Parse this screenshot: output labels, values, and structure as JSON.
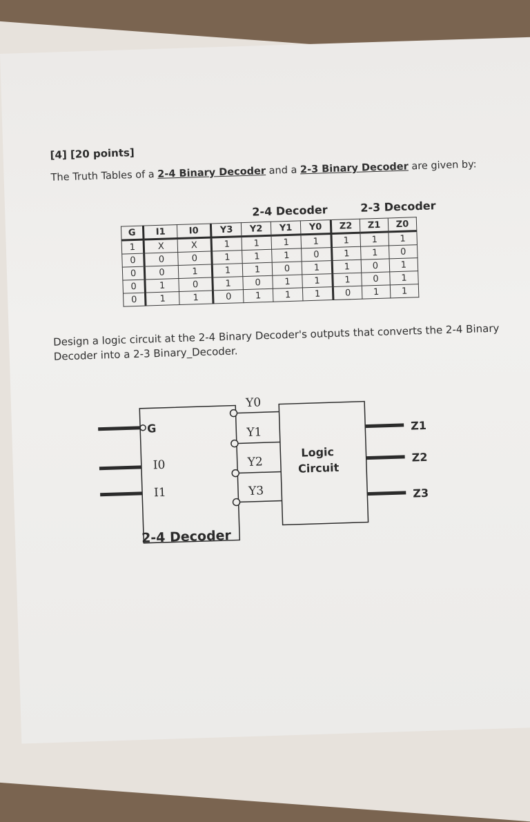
{
  "question": {
    "number": "[4] [20 points]",
    "intro_before": "The Truth Tables of a ",
    "decoder_a": "2-4 Binary Decoder",
    "intro_mid": " and a ",
    "decoder_b": "2-3 Binary Decoder",
    "intro_after": " are given by:"
  },
  "truth_table": {
    "caption_24": "2-4 Decoder",
    "caption_23": "2-3 Decoder",
    "headers": [
      "G",
      "I1",
      "I0",
      "Y3",
      "Y2",
      "Y1",
      "Y0",
      "Z2",
      "Z1",
      "Z0"
    ],
    "rows": [
      [
        "1",
        "X",
        "X",
        "1",
        "1",
        "1",
        "1",
        "1",
        "1",
        "1"
      ],
      [
        "0",
        "0",
        "0",
        "1",
        "1",
        "1",
        "0",
        "1",
        "1",
        "0"
      ],
      [
        "0",
        "0",
        "1",
        "1",
        "1",
        "0",
        "1",
        "1",
        "0",
        "1"
      ],
      [
        "0",
        "1",
        "0",
        "1",
        "0",
        "1",
        "1",
        "1",
        "0",
        "1"
      ],
      [
        "0",
        "1",
        "1",
        "0",
        "1",
        "1",
        "1",
        "0",
        "1",
        "1"
      ]
    ]
  },
  "instruction": "Design a logic circuit at the 2-4 Binary Decoder's outputs that converts the 2-4 Binary Decoder into a 2-3 Binary_Decoder.",
  "diagram": {
    "decoder_label": "2-4 Decoder",
    "decoder_inputs": [
      "G",
      "I0",
      "I1"
    ],
    "decoder_outputs": [
      "Y0",
      "Y1",
      "Y2",
      "Y3"
    ],
    "logic_label_line1": "Logic",
    "logic_label_line2": "Circuit",
    "logic_outputs": [
      "Z1",
      "Z2",
      "Z3"
    ]
  }
}
